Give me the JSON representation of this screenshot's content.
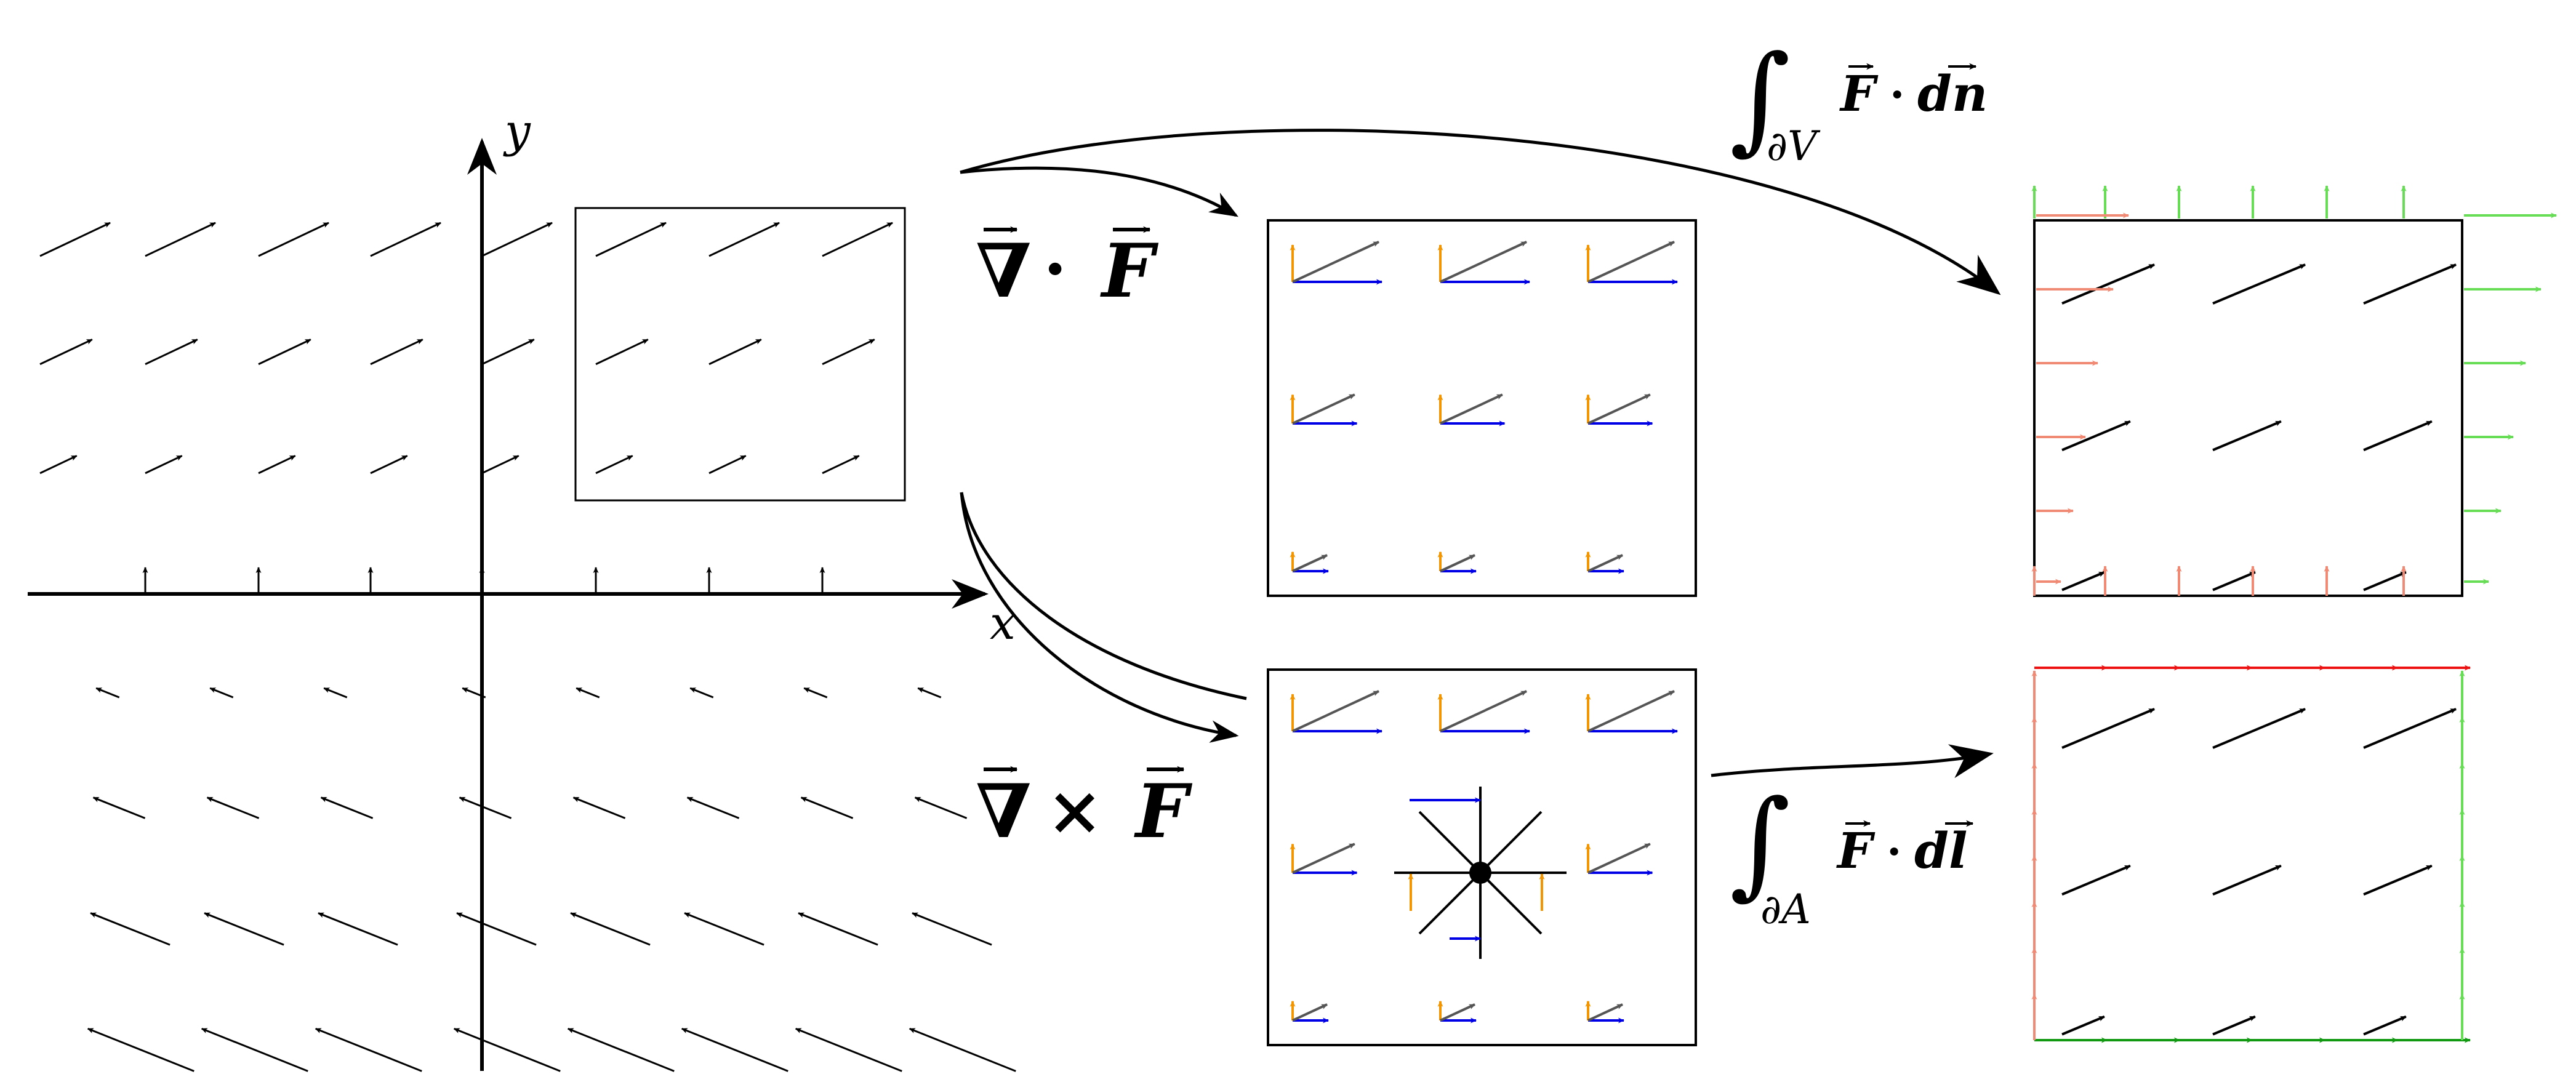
{
  "axes": {
    "x_label": "x",
    "y_label": "y"
  },
  "divergence": {
    "nabla": "∇",
    "operator": "·",
    "field": "F"
  },
  "curl": {
    "nabla": "∇",
    "operator": "×",
    "field": "F"
  },
  "flux_integral": {
    "symbol": "∫",
    "domain": "∂V",
    "field": "F",
    "operator": "·",
    "element": "dn"
  },
  "line_integral": {
    "symbol": "∫",
    "domain": "∂A",
    "field": "F",
    "operator": "·",
    "element": "dl"
  },
  "colors": {
    "field_arrow": "#000000",
    "x_component": "#0000e6",
    "y_component": "#f29500",
    "resultant": "#555555",
    "flux_in": "#f08a74",
    "flux_out": "#66dd55",
    "circulation_top": "#ee1111",
    "circulation_bottom": "#119911",
    "circulation_left": "#f08a74",
    "circulation_right": "#66dd55"
  }
}
